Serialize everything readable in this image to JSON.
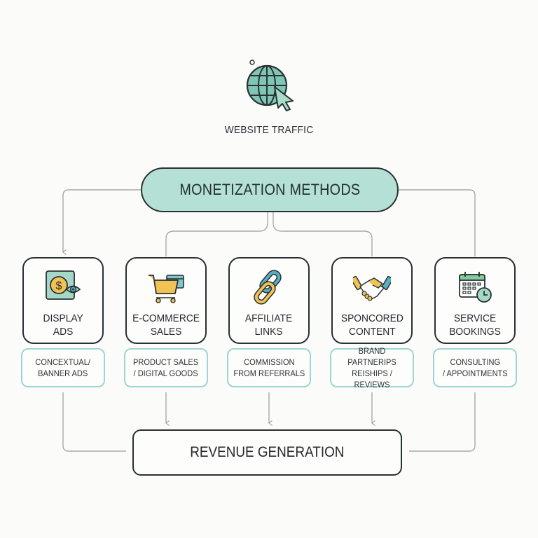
{
  "source": {
    "label": "WEBSITE TRAFFIC",
    "icon": "globe-cursor-icon"
  },
  "hub": {
    "label": "MONETIZATION METHODS"
  },
  "methods": [
    {
      "title": "DISPLAY\nADS",
      "icon": "dollar-eye-icon",
      "detail": "CONCEXTUAL/\nBANNER ADS"
    },
    {
      "title": "E-COMMERCE\nSALES",
      "icon": "shopping-cart-icon",
      "detail": "PRODUCT SALES\n/ DIGITAL GOODS"
    },
    {
      "title": "AFFILIATE\nLINKS",
      "icon": "chain-link-icon",
      "detail": "COMMISSION\nFROM REFERRALS"
    },
    {
      "title": "SPONCORED\nCONTENT",
      "icon": "handshake-icon",
      "detail": "BRAND PARTNERIPS\nREISHIPS / REVIEWS"
    },
    {
      "title": "SERVICE\nBOOKINGS",
      "icon": "calendar-clock-icon",
      "detail": "CONSULTING\n/ APPOINTMENTS"
    }
  ],
  "outcome": {
    "label": "REVENUE GENERATION"
  },
  "colors": {
    "hub_fill": "#b4e0d5",
    "detail_border": "#9fd6cd",
    "accent_teal": "#6fbfae",
    "accent_yellow": "#f2c253",
    "accent_blue": "#5aaec3",
    "stroke_dark": "#2a3133",
    "connector": "#a8a8a8"
  }
}
